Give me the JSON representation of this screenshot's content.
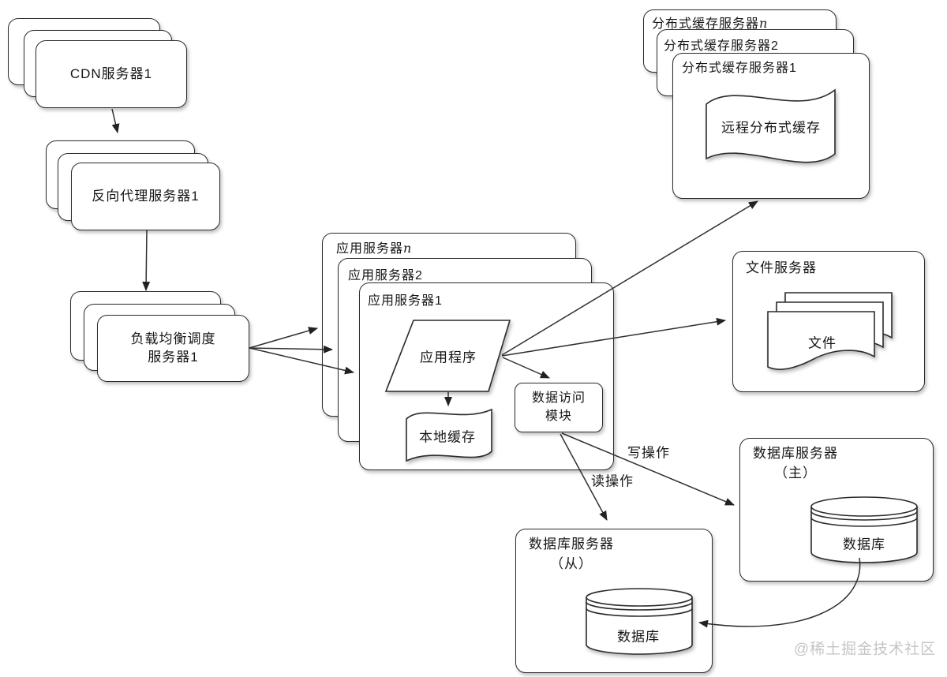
{
  "diagram": {
    "cdn_stack": {
      "front_label": "CDN服务器1"
    },
    "proxy_stack": {
      "front_label": "反向代理服务器1"
    },
    "lb_stack": {
      "front_label_line1": "负载均衡调度",
      "front_label_line2": "服务器1"
    },
    "app_stack": {
      "back_label_prefix": "应用服务器",
      "back_label_suffix": "n",
      "mid_label": "应用服务器2",
      "front_label": "应用服务器1",
      "application_label": "应用程序",
      "local_cache_label": "本地缓存",
      "data_access_line1": "数据访问",
      "data_access_line2": "模块"
    },
    "cache_stack": {
      "back_label_prefix": "分布式缓存服务器",
      "back_label_suffix": "n",
      "mid_label": "分布式缓存服务器2",
      "front_label": "分布式缓存服务器1",
      "remote_cache_label": "远程分布式缓存"
    },
    "file_server": {
      "title": "文件服务器",
      "document_label": "文件"
    },
    "db_master": {
      "title": "数据库服务器",
      "subtitle": "（主）",
      "database_label": "数据库"
    },
    "db_slave": {
      "title": "数据库服务器",
      "subtitle": "（从）",
      "database_label": "数据库"
    },
    "edges": {
      "write_label": "写操作",
      "read_label": "读操作"
    },
    "watermark": "@稀土掘金技术社区"
  },
  "colors": {
    "stroke": "#2b2b2b",
    "box_fill": "#ffffff",
    "text": "#161616",
    "watermark": "#c5c5c5"
  }
}
